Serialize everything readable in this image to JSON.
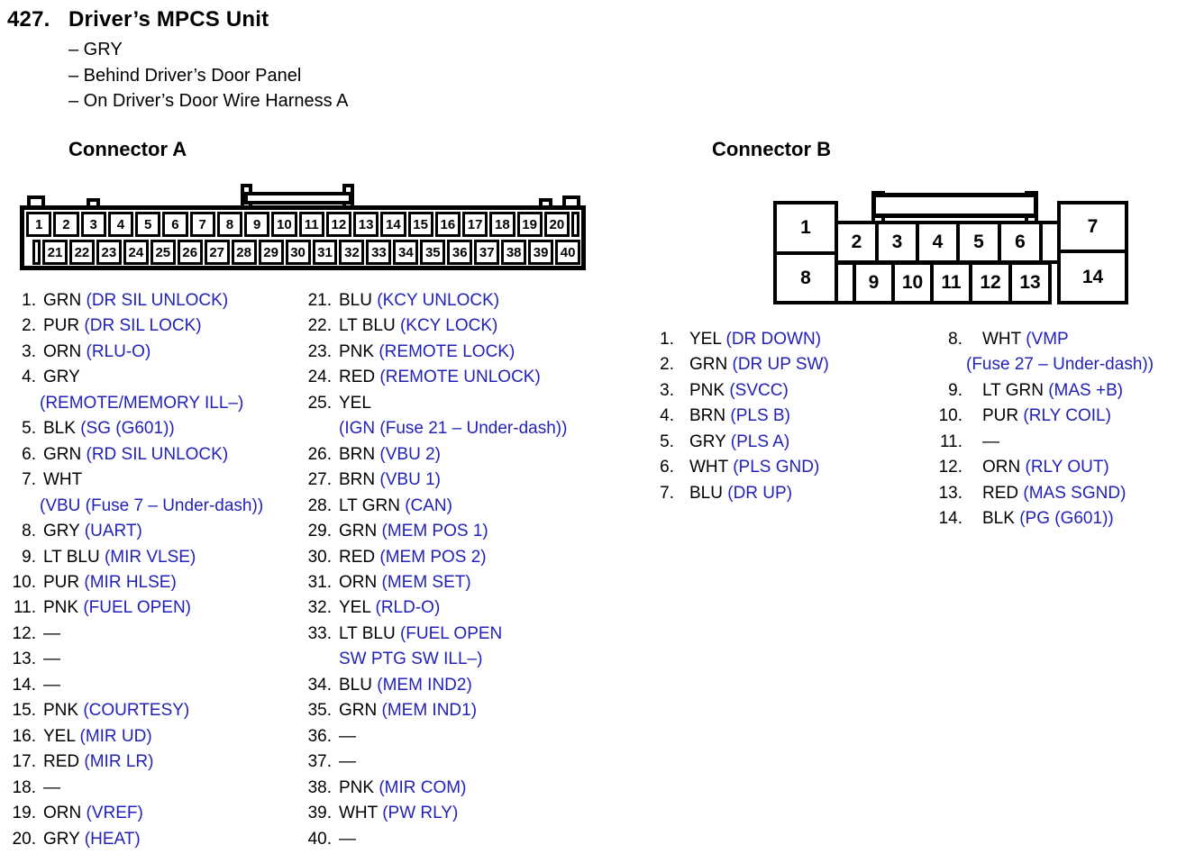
{
  "header": {
    "number": "427.",
    "title": "Driver’s MPCS Unit",
    "details": [
      "– GRY",
      "– Behind Driver’s Door Panel",
      "– On Driver’s Door Wire Harness A"
    ]
  },
  "colors": {
    "signal_blue": "#2222b8",
    "text_black": "#000000",
    "background": "#ffffff",
    "diagram_line": "#000000"
  },
  "connector_a": {
    "heading": "Connector A",
    "top_pins": [
      "1",
      "2",
      "3",
      "4",
      "5",
      "6",
      "7",
      "8",
      "9",
      "10",
      "11",
      "12",
      "13",
      "14",
      "15",
      "16",
      "17",
      "18",
      "19",
      "20"
    ],
    "bottom_pins": [
      "21",
      "22",
      "23",
      "24",
      "25",
      "26",
      "27",
      "28",
      "29",
      "30",
      "31",
      "32",
      "33",
      "34",
      "35",
      "36",
      "37",
      "38",
      "39",
      "40"
    ],
    "pins_col1": [
      {
        "n": "1",
        "lines": [
          [
            {
              "t": "GRN ",
              "b": false
            },
            {
              "t": "(DR SIL UNLOCK)",
              "b": true
            }
          ]
        ]
      },
      {
        "n": "2",
        "lines": [
          [
            {
              "t": "PUR ",
              "b": false
            },
            {
              "t": "(DR SIL LOCK)",
              "b": true
            }
          ]
        ]
      },
      {
        "n": "3",
        "lines": [
          [
            {
              "t": "ORN ",
              "b": false
            },
            {
              "t": "(RLU-O)",
              "b": true
            }
          ]
        ]
      },
      {
        "n": "4",
        "lines": [
          [
            {
              "t": "GRY",
              "b": false
            }
          ],
          [
            {
              "t": "(REMOTE/MEMORY ILL–)",
              "b": true
            }
          ]
        ]
      },
      {
        "n": "5",
        "lines": [
          [
            {
              "t": "BLK ",
              "b": false
            },
            {
              "t": "(SG (G601))",
              "b": true
            }
          ]
        ]
      },
      {
        "n": "6",
        "lines": [
          [
            {
              "t": "GRN ",
              "b": false
            },
            {
              "t": "(RD SIL UNLOCK)",
              "b": true
            }
          ]
        ]
      },
      {
        "n": "7",
        "lines": [
          [
            {
              "t": "WHT",
              "b": false
            }
          ],
          [
            {
              "t": "(VBU (Fuse 7 – Under-dash))",
              "b": true
            }
          ]
        ]
      },
      {
        "n": "8",
        "lines": [
          [
            {
              "t": "GRY ",
              "b": false
            },
            {
              "t": "(UART)",
              "b": true
            }
          ]
        ]
      },
      {
        "n": "9",
        "lines": [
          [
            {
              "t": "LT BLU ",
              "b": false
            },
            {
              "t": "(MIR VLSE)",
              "b": true
            }
          ]
        ]
      },
      {
        "n": "10",
        "lines": [
          [
            {
              "t": "PUR ",
              "b": false
            },
            {
              "t": "(MIR HLSE)",
              "b": true
            }
          ]
        ]
      },
      {
        "n": "11",
        "lines": [
          [
            {
              "t": "PNK ",
              "b": false
            },
            {
              "t": "(FUEL OPEN)",
              "b": true
            }
          ]
        ]
      },
      {
        "n": "12",
        "lines": [
          [
            {
              "t": "—",
              "b": false
            }
          ]
        ]
      },
      {
        "n": "13",
        "lines": [
          [
            {
              "t": "—",
              "b": false
            }
          ]
        ]
      },
      {
        "n": "14",
        "lines": [
          [
            {
              "t": "—",
              "b": false
            }
          ]
        ]
      },
      {
        "n": "15",
        "lines": [
          [
            {
              "t": "PNK ",
              "b": false
            },
            {
              "t": "(COURTESY)",
              "b": true
            }
          ]
        ]
      },
      {
        "n": "16",
        "lines": [
          [
            {
              "t": "YEL ",
              "b": false
            },
            {
              "t": "(MIR UD)",
              "b": true
            }
          ]
        ]
      },
      {
        "n": "17",
        "lines": [
          [
            {
              "t": "RED ",
              "b": false
            },
            {
              "t": "(MIR LR)",
              "b": true
            }
          ]
        ]
      },
      {
        "n": "18",
        "lines": [
          [
            {
              "t": "—",
              "b": false
            }
          ]
        ]
      },
      {
        "n": "19",
        "lines": [
          [
            {
              "t": "ORN ",
              "b": false
            },
            {
              "t": "(VREF)",
              "b": true
            }
          ]
        ]
      },
      {
        "n": "20",
        "lines": [
          [
            {
              "t": "GRY ",
              "b": false
            },
            {
              "t": "(HEAT)",
              "b": true
            }
          ]
        ]
      }
    ],
    "pins_col2": [
      {
        "n": "21",
        "lines": [
          [
            {
              "t": "BLU ",
              "b": false
            },
            {
              "t": "(KCY UNLOCK)",
              "b": true
            }
          ]
        ]
      },
      {
        "n": "22",
        "lines": [
          [
            {
              "t": "LT BLU ",
              "b": false
            },
            {
              "t": "(KCY LOCK)",
              "b": true
            }
          ]
        ]
      },
      {
        "n": "23",
        "lines": [
          [
            {
              "t": "PNK ",
              "b": false
            },
            {
              "t": "(REMOTE LOCK)",
              "b": true
            }
          ]
        ]
      },
      {
        "n": "24",
        "lines": [
          [
            {
              "t": "RED ",
              "b": false
            },
            {
              "t": "(REMOTE UNLOCK)",
              "b": true
            }
          ]
        ]
      },
      {
        "n": "25",
        "lines": [
          [
            {
              "t": "YEL",
              "b": false
            }
          ],
          [
            {
              "t": "(IGN (Fuse 21 – Under-dash))",
              "b": true
            }
          ]
        ]
      },
      {
        "n": "26",
        "lines": [
          [
            {
              "t": "BRN ",
              "b": false
            },
            {
              "t": "(VBU 2)",
              "b": true
            }
          ]
        ]
      },
      {
        "n": "27",
        "lines": [
          [
            {
              "t": "BRN ",
              "b": false
            },
            {
              "t": "(VBU 1)",
              "b": true
            }
          ]
        ]
      },
      {
        "n": "28",
        "lines": [
          [
            {
              "t": "LT GRN ",
              "b": false
            },
            {
              "t": "(CAN)",
              "b": true
            }
          ]
        ]
      },
      {
        "n": "29",
        "lines": [
          [
            {
              "t": "GRN ",
              "b": false
            },
            {
              "t": "(MEM POS 1)",
              "b": true
            }
          ]
        ]
      },
      {
        "n": "30",
        "lines": [
          [
            {
              "t": "RED ",
              "b": false
            },
            {
              "t": "(MEM POS 2)",
              "b": true
            }
          ]
        ]
      },
      {
        "n": "31",
        "lines": [
          [
            {
              "t": "ORN ",
              "b": false
            },
            {
              "t": "(MEM SET)",
              "b": true
            }
          ]
        ]
      },
      {
        "n": "32",
        "lines": [
          [
            {
              "t": "YEL ",
              "b": false
            },
            {
              "t": "(RLD-O)",
              "b": true
            }
          ]
        ]
      },
      {
        "n": "33",
        "lines": [
          [
            {
              "t": "LT BLU ",
              "b": false
            },
            {
              "t": "(FUEL OPEN",
              "b": true
            }
          ],
          [
            {
              "t": "SW PTG SW ILL–)",
              "b": true
            }
          ]
        ]
      },
      {
        "n": "34",
        "lines": [
          [
            {
              "t": "BLU ",
              "b": false
            },
            {
              "t": "(MEM IND2)",
              "b": true
            }
          ]
        ]
      },
      {
        "n": "35",
        "lines": [
          [
            {
              "t": "GRN ",
              "b": false
            },
            {
              "t": "(MEM IND1)",
              "b": true
            }
          ]
        ]
      },
      {
        "n": "36",
        "lines": [
          [
            {
              "t": "—",
              "b": false
            }
          ]
        ]
      },
      {
        "n": "37",
        "lines": [
          [
            {
              "t": "—",
              "b": false
            }
          ]
        ]
      },
      {
        "n": "38",
        "lines": [
          [
            {
              "t": "PNK ",
              "b": false
            },
            {
              "t": "(MIR COM)",
              "b": true
            }
          ]
        ]
      },
      {
        "n": "39",
        "lines": [
          [
            {
              "t": "WHT ",
              "b": false
            },
            {
              "t": "(PW RLY)",
              "b": true
            }
          ]
        ]
      },
      {
        "n": "40",
        "lines": [
          [
            {
              "t": "—",
              "b": false
            }
          ]
        ]
      }
    ]
  },
  "connector_b": {
    "heading": "Connector B",
    "cells": [
      "1",
      "2",
      "3",
      "4",
      "5",
      "6",
      "7",
      "8",
      "9",
      "10",
      "11",
      "12",
      "13",
      "14"
    ],
    "pins_col1": [
      {
        "n": "1",
        "lines": [
          [
            {
              "t": "YEL ",
              "b": false
            },
            {
              "t": "(DR DOWN)",
              "b": true
            }
          ]
        ]
      },
      {
        "n": "2",
        "lines": [
          [
            {
              "t": "GRN ",
              "b": false
            },
            {
              "t": "(DR UP SW)",
              "b": true
            }
          ]
        ]
      },
      {
        "n": "3",
        "lines": [
          [
            {
              "t": "PNK ",
              "b": false
            },
            {
              "t": "(SVCC)",
              "b": true
            }
          ]
        ]
      },
      {
        "n": "4",
        "lines": [
          [
            {
              "t": "BRN ",
              "b": false
            },
            {
              "t": "(PLS B)",
              "b": true
            }
          ]
        ]
      },
      {
        "n": "5",
        "lines": [
          [
            {
              "t": "GRY ",
              "b": false
            },
            {
              "t": "(PLS A)",
              "b": true
            }
          ]
        ]
      },
      {
        "n": "6",
        "lines": [
          [
            {
              "t": "WHT ",
              "b": false
            },
            {
              "t": "(PLS GND)",
              "b": true
            }
          ]
        ]
      },
      {
        "n": "7",
        "lines": [
          [
            {
              "t": "BLU ",
              "b": false
            },
            {
              "t": "(DR UP)",
              "b": true
            }
          ]
        ]
      }
    ],
    "pins_col2": [
      {
        "n": "8",
        "lines": [
          [
            {
              "t": "WHT ",
              "b": false
            },
            {
              "t": "(VMP",
              "b": true
            }
          ],
          [
            {
              "t": "(Fuse 27 – Under-dash))",
              "b": true
            }
          ]
        ]
      },
      {
        "n": "9",
        "lines": [
          [
            {
              "t": "LT GRN ",
              "b": false
            },
            {
              "t": "(MAS +B)",
              "b": true
            }
          ]
        ]
      },
      {
        "n": "10",
        "lines": [
          [
            {
              "t": "PUR ",
              "b": false
            },
            {
              "t": "(RLY COIL)",
              "b": true
            }
          ]
        ]
      },
      {
        "n": "11",
        "lines": [
          [
            {
              "t": "—",
              "b": false
            }
          ]
        ]
      },
      {
        "n": "12",
        "lines": [
          [
            {
              "t": "ORN ",
              "b": false
            },
            {
              "t": "(RLY OUT)",
              "b": true
            }
          ]
        ]
      },
      {
        "n": "13",
        "lines": [
          [
            {
              "t": "RED ",
              "b": false
            },
            {
              "t": "(MAS SGND)",
              "b": true
            }
          ]
        ]
      },
      {
        "n": "14",
        "lines": [
          [
            {
              "t": "BLK ",
              "b": false
            },
            {
              "t": "(PG (G601))",
              "b": true
            }
          ]
        ]
      }
    ]
  }
}
